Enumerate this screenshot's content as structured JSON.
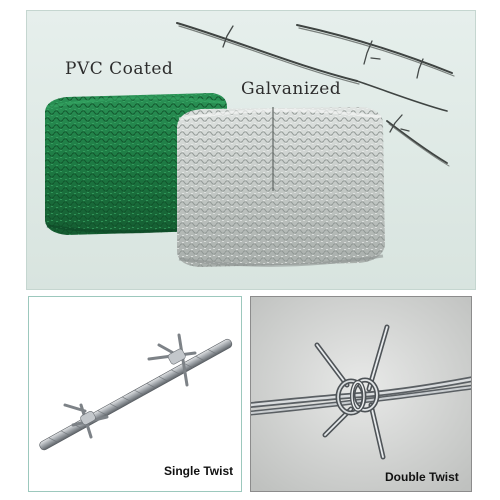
{
  "panels": {
    "top": {
      "coated_label": "PVC Coated",
      "galvanized_label": "Galvanized"
    },
    "bottom_left": {
      "label": "Single Twist"
    },
    "bottom_right": {
      "label": "Double Twist"
    }
  },
  "colors": {
    "pvc_green": "#1f7a45",
    "galvanized_silver": "#c7ccc9",
    "top_background": "#dfeae6"
  }
}
